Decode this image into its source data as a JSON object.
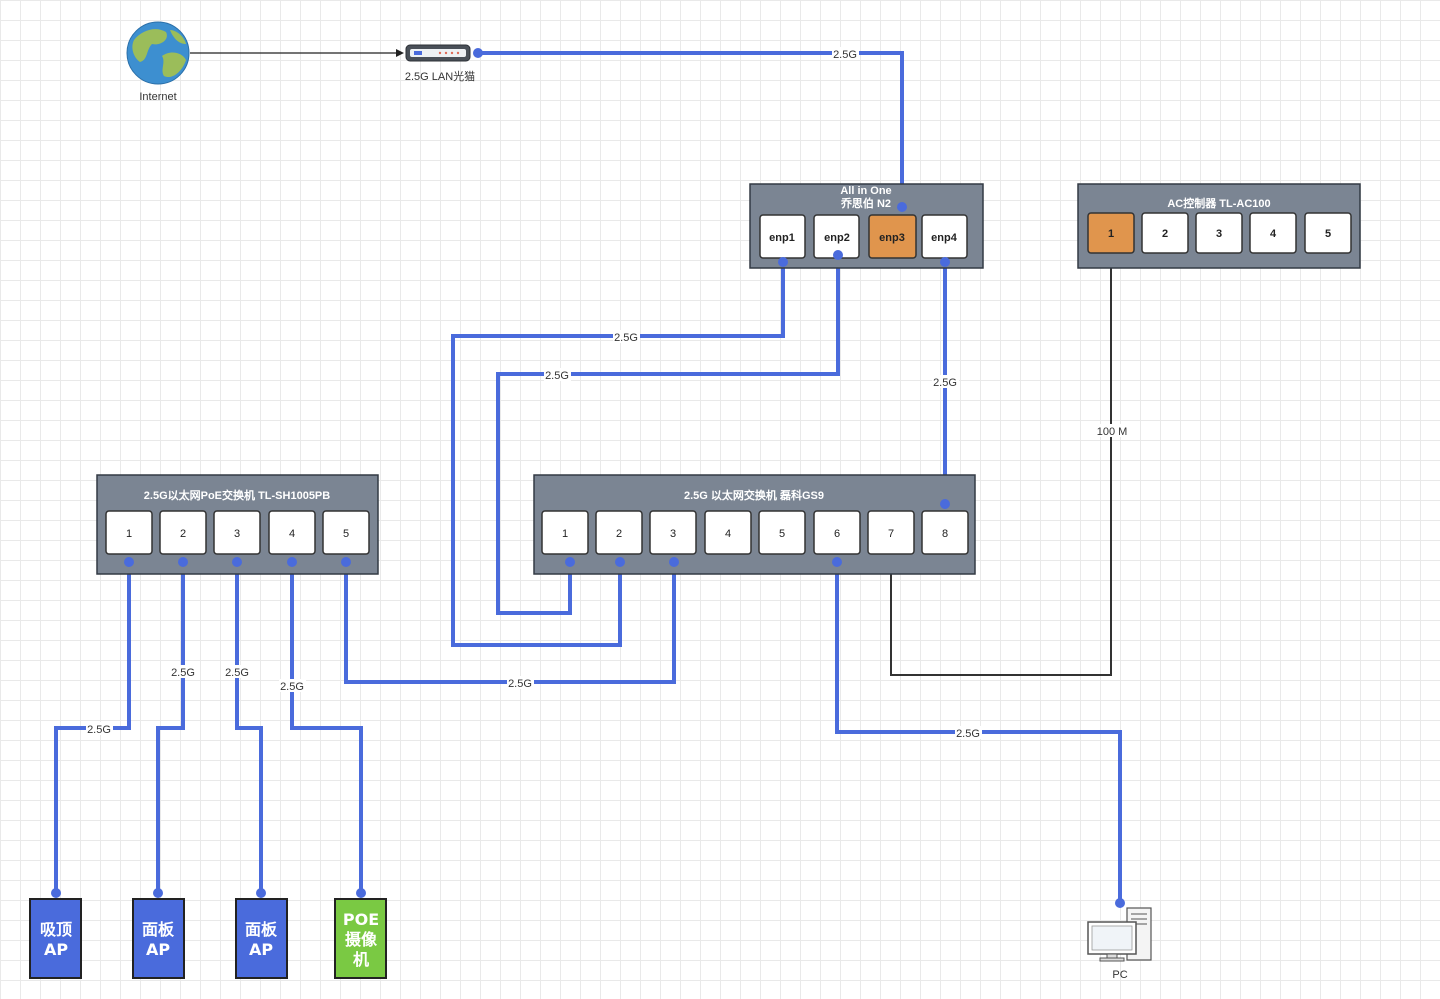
{
  "colors": {
    "link": "#4a6bdc",
    "link_100m": "#333333",
    "device": "#7b8593",
    "port_active": "#e0954d",
    "ap": "#4a6bdc",
    "camera": "#7ac943"
  },
  "nodes": {
    "internet": {
      "label": "Internet",
      "icon": "globe-icon"
    },
    "modem": {
      "label": "2.5G LAN光猫",
      "icon": "modem-icon"
    },
    "pc": {
      "label": "PC",
      "icon": "pc-icon"
    }
  },
  "devices": {
    "aio": {
      "title_line1": "All in One",
      "title_line2": "乔思伯 N2",
      "ports": [
        "enp1",
        "enp2",
        "enp3",
        "enp4"
      ]
    },
    "ac": {
      "title": "AC控制器 TL-AC100",
      "ports": [
        "1",
        "2",
        "3",
        "4",
        "5"
      ]
    },
    "poe": {
      "title": "2.5G以太网PoE交换机 TL-SH1005PB",
      "ports": [
        "1",
        "2",
        "3",
        "4",
        "5"
      ]
    },
    "gs9": {
      "title": "2.5G 以太网交换机 磊科GS9",
      "ports": [
        "1",
        "2",
        "3",
        "4",
        "5",
        "6",
        "7",
        "8"
      ]
    }
  },
  "endpoints": [
    {
      "line1": "吸顶",
      "line2": "AP",
      "line3": ""
    },
    {
      "line1": "面板",
      "line2": "AP",
      "line3": ""
    },
    {
      "line1": "面板",
      "line2": "AP",
      "line3": ""
    },
    {
      "line1": "POE",
      "line2": "摄像",
      "line3": "机"
    }
  ],
  "links": {
    "modem_aio": "2.5G",
    "enp1_gs9_2": "2.5G",
    "enp2_gs9_1": "2.5G",
    "enp4_gs9_8": "2.5G",
    "ac_gs9_7": "100 M",
    "poe5_gs9_3": "2.5G",
    "gs9_6_pc": "2.5G",
    "poe1_ap": "2.5G",
    "poe2_ap": "2.5G",
    "poe3_ap": "2.5G",
    "poe4_cam": "2.5G"
  }
}
